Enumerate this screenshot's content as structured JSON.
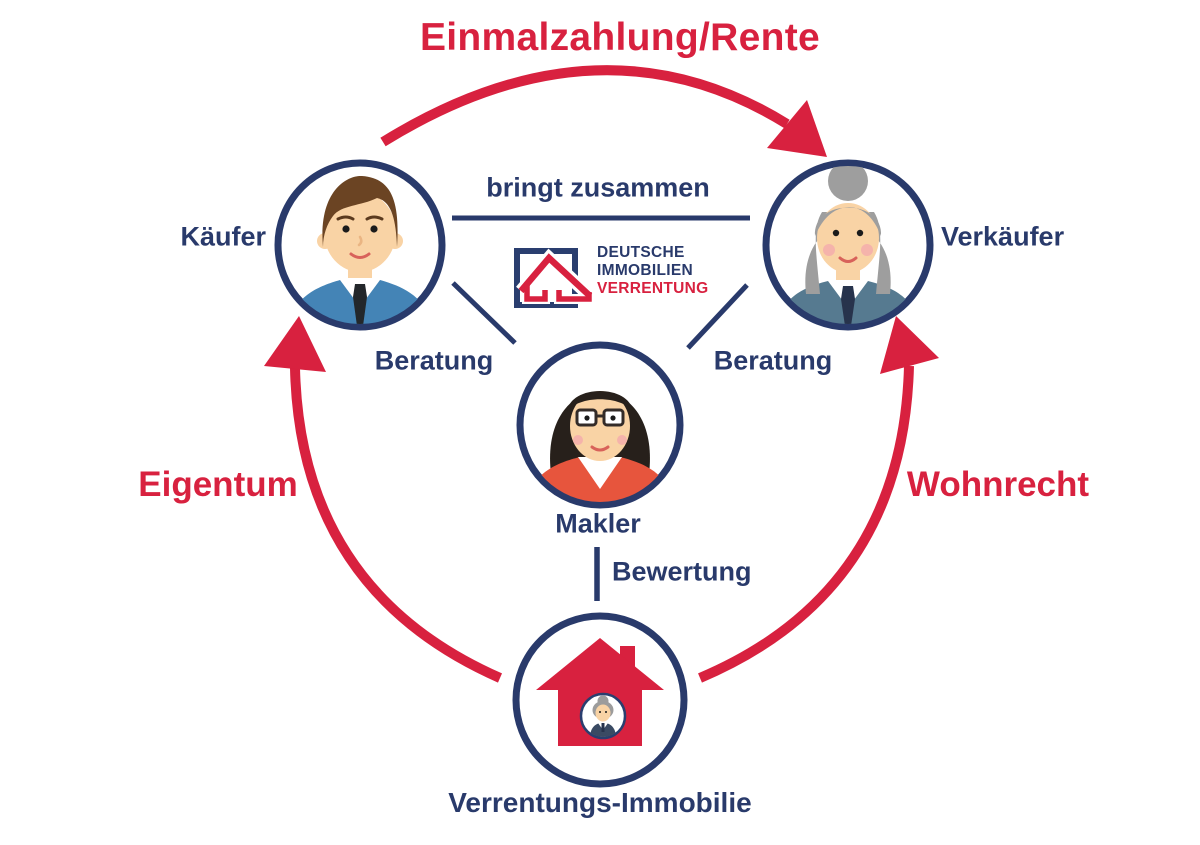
{
  "diagram": {
    "title": "Einmalzahlung/Rente",
    "nodes": {
      "kaeufer": "Käufer",
      "verkaeufer": "Verkäufer",
      "makler": "Makler",
      "immobilie": "Verrentungs-Immobilie"
    },
    "relations": {
      "bringt_zusammen": "bringt zusammen",
      "beratung_left": "Beratung",
      "beratung_right": "Beratung",
      "bewertung": "Bewertung",
      "eigentum": "Eigentum",
      "wohnrecht": "Wohnrecht"
    },
    "logo": {
      "line1": "DEUTSCHE",
      "line2": "IMMOBILIEN",
      "line3": "VERRENTUNG"
    },
    "colors": {
      "accent_red": "#D8213F",
      "navy": "#293A6B",
      "background": "#FFFFFF"
    }
  }
}
